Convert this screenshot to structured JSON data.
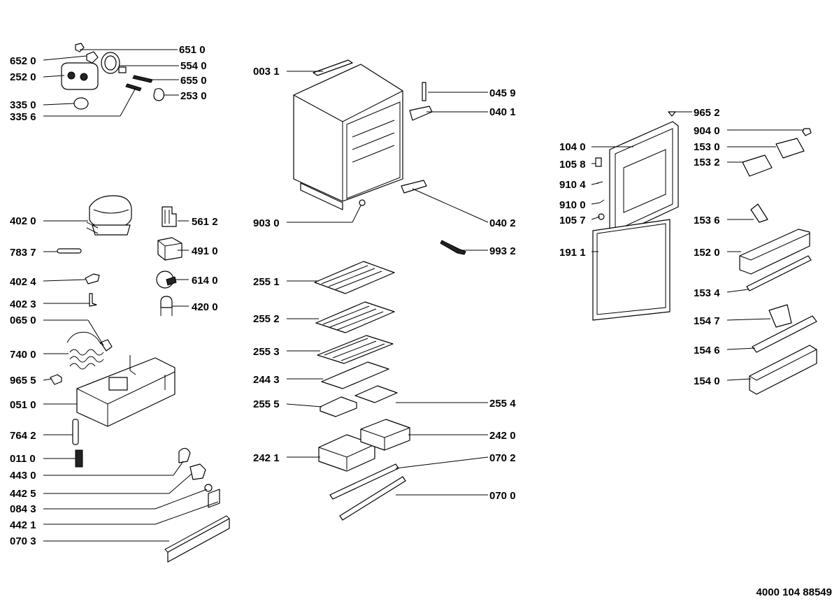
{
  "document_number": "4000 104 88549",
  "labels": {
    "p6510": "651 0",
    "p6520": "652 0",
    "p5540": "554 0",
    "p2520": "252 0",
    "p6550": "655 0",
    "p2530": "253 0",
    "p3350": "335 0",
    "p3356": "335 6",
    "p4020": "402 0",
    "p5612": "561 2",
    "p4910": "491 0",
    "p7837": "783 7",
    "p4024": "402 4",
    "p6140": "614 0",
    "p4023": "402 3",
    "p4200": "420 0",
    "p0650": "065 0",
    "p7400": "740 0",
    "p9655": "965 5",
    "p0510": "051 0",
    "p7642": "764 2",
    "p0110": "011 0",
    "p4430": "443 0",
    "p4425": "442 5",
    "p0843": "084 3",
    "p4421": "442 1",
    "p0703": "070 3",
    "p0031": "003 1",
    "p0459": "045 9",
    "p0401": "040 1",
    "p9030": "903 0",
    "p0402": "040 2",
    "p9932": "993 2",
    "p2551": "255 1",
    "p2552": "255 2",
    "p2553": "255 3",
    "p2443": "244 3",
    "p2555": "255 5",
    "p2554": "255 4",
    "p2421": "242 1",
    "p2420": "242 0",
    "p0702": "070 2",
    "p0700": "070 0",
    "p9652": "965 2",
    "p9040": "904 0",
    "p1040": "104 0",
    "p1530": "153 0",
    "p1058": "105 8",
    "p1532": "153 2",
    "p9104": "910 4",
    "p9100": "910 0",
    "p1057": "105 7",
    "p1536": "153 6",
    "p1911": "191 1",
    "p1520": "152 0",
    "p1534": "153 4",
    "p1547": "154 7",
    "p1546": "154 6",
    "p1540": "154 0"
  }
}
